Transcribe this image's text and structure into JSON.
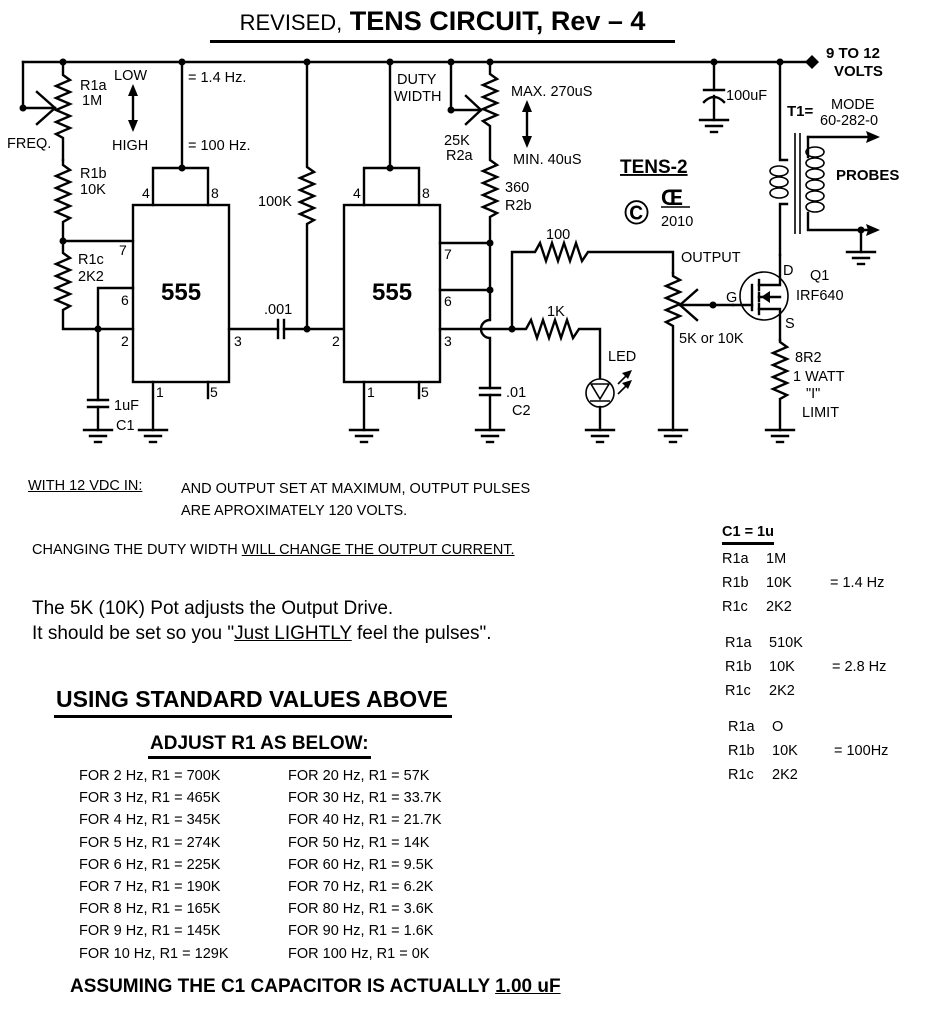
{
  "title": {
    "prefix": "REVISED,",
    "main": "TENS CIRCUIT,",
    "rev": "Rev – 4"
  },
  "schematic": {
    "supply_label": [
      "9 TO 12",
      "VOLTS"
    ],
    "freq_pot": {
      "name": "R1a",
      "value": "1M",
      "label": "FREQ."
    },
    "r1b": {
      "name": "R1b",
      "value": "10K"
    },
    "r1c": {
      "name": "R1c",
      "value": "2K2"
    },
    "c1": {
      "value": "1uF",
      "name": "C1"
    },
    "low_label": "LOW",
    "high_label": "HIGH",
    "freq_low_note": "= 1.4 Hz.",
    "freq_high_note": "=  100 Hz.",
    "timer1": {
      "label": "555",
      "pins": [
        "4",
        "8",
        "7",
        "6",
        "2",
        "3",
        "1",
        "5"
      ]
    },
    "timer2": {
      "label": "555",
      "pins": [
        "4",
        "8",
        "7",
        "6",
        "2",
        "3",
        "1",
        "5"
      ]
    },
    "coupling_cap": ".001",
    "pullup": "100K",
    "duty_label": [
      "DUTY",
      "WIDTH"
    ],
    "r2a": {
      "value": "25K",
      "name": "R2a"
    },
    "r2b": {
      "value": "360",
      "name": "R2b"
    },
    "duty_max": "MAX.  270uS",
    "duty_min": "MIN. 40uS",
    "c2": {
      "value": ".01",
      "name": "C2"
    },
    "r_100": "100",
    "r_1k": "1K",
    "led": "LED",
    "output_label": "OUTPUT",
    "output_pot": "5K or 10K",
    "bulk_cap": "100uF",
    "transformer": {
      "prefix": "T1=",
      "model": [
        "MODE",
        "60-282-0"
      ]
    },
    "probes": "PROBES",
    "q1": {
      "name": "Q1",
      "part": "IRF640",
      "gate": "G",
      "drain": "D",
      "source": "S"
    },
    "sense_resistor": [
      "8R2",
      "1 WATT",
      "\"I\"",
      "LIMIT"
    ],
    "logo": {
      "name": "TENS-2",
      "mark": "Œ",
      "copyright": "©",
      "year": "2010"
    }
  },
  "notes": {
    "voltage_label": "WITH 12 VDC IN:",
    "voltage_text": [
      "AND OUTPUT SET AT MAXIMUM,  OUTPUT PULSES",
      "ARE APROXIMATELY 120 VOLTS."
    ],
    "duty_prefix": "CHANGING THE DUTY WIDTH ",
    "duty_emph": "WILL CHANGE THE OUTPUT CURRENT.",
    "pot_line1": "The 5K (10K) Pot adjusts the Output Drive.",
    "pot_line2_pre": " It should be set so you \"",
    "pot_line2_emph": "Just LIGHTLY",
    "pot_line2_post": " feel the pulses\"."
  },
  "side_table": {
    "header": "C1 = 1u",
    "groups": [
      {
        "rows": [
          [
            "R1a",
            "1M"
          ],
          [
            "R1b",
            "10K"
          ],
          [
            "R1c",
            "2K2"
          ]
        ],
        "result": "=  1.4 Hz"
      },
      {
        "rows": [
          [
            "R1a",
            "510K"
          ],
          [
            "R1b",
            "10K"
          ],
          [
            "R1c",
            "2K2"
          ]
        ],
        "result": "=  2.8 Hz"
      },
      {
        "rows": [
          [
            "R1a",
            "O"
          ],
          [
            "R1b",
            "10K"
          ],
          [
            "R1c",
            "2K2"
          ]
        ],
        "result": "=  100Hz"
      }
    ]
  },
  "r1_table": {
    "heading": "USING STANDARD VALUES ABOVE",
    "subheading": "ADJUST R1 AS BELOW:",
    "left": [
      "FOR 2 Hz, R1 = 700K",
      "FOR 3 Hz, R1 = 465K",
      "FOR 4 Hz, R1 = 345K",
      "FOR 5 Hz, R1 = 274K",
      "FOR 6 Hz, R1 = 225K",
      "FOR 7 Hz, R1 = 190K",
      "FOR 8 Hz, R1 = 165K",
      "FOR 9 Hz, R1 = 145K",
      "FOR 10 Hz, R1 = 129K"
    ],
    "right": [
      "FOR 20 Hz, R1 = 57K",
      "FOR 30 Hz, R1 = 33.7K",
      "FOR 40 Hz, R1 = 21.7K",
      "FOR 50 Hz, R1 = 14K",
      "FOR 60 Hz, R1 = 9.5K",
      "FOR 70 Hz, R1 = 6.2K",
      "FOR 80 Hz, R1 = 3.6K",
      "FOR 90 Hz, R1 = 1.6K",
      "FOR 100 Hz, R1 = 0K"
    ],
    "footer_pre": "ASSUMING THE C1 CAPACITOR IS ACTUALLY ",
    "footer_emph": "1.00 uF"
  }
}
